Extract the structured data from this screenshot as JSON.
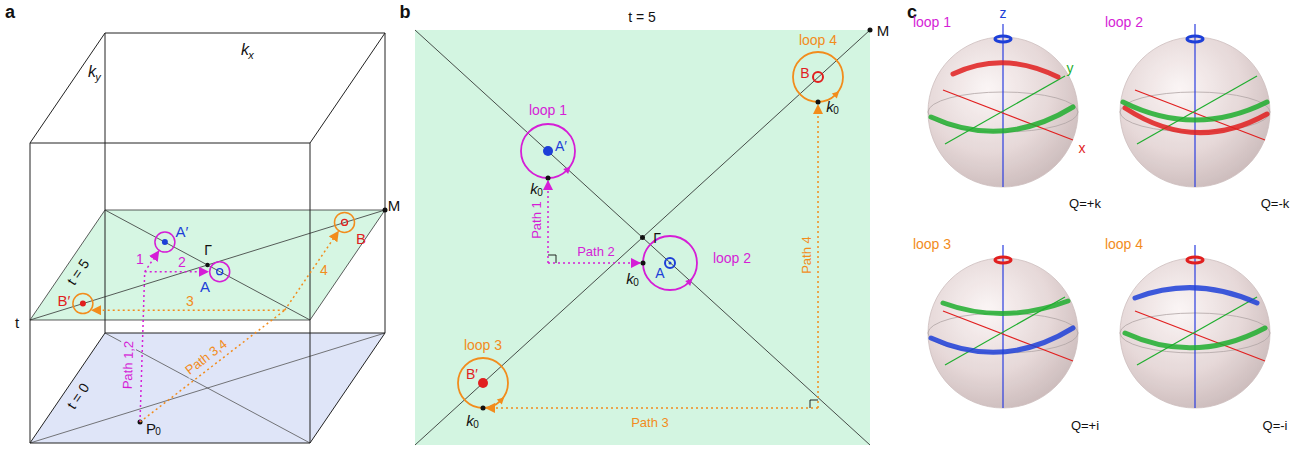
{
  "diagram": {
    "labels": [
      "a",
      "k",
      "y",
      "k",
      "x",
      "M",
      "t = 5",
      "B′",
      "A′",
      "Γ",
      "1",
      "A",
      "B",
      "2",
      "3",
      "4",
      "t",
      "t = 0",
      "Path 1,2",
      "Path 3,4",
      "P",
      "0",
      "b",
      "t = 5",
      "M",
      "loop 1",
      "A′",
      "k",
      "0",
      "loop 4",
      "B",
      "k",
      "0",
      "Path 1",
      "Γ",
      "Path 4",
      "loop 2",
      "A",
      "k",
      "0",
      "loop 3",
      "B′",
      "k",
      "0",
      "Path 2",
      "Path 3",
      "c",
      "loop 1",
      "z",
      "y",
      "x",
      "Q=+k",
      "loop 2",
      "Q=-k",
      "loop 3",
      "Q=+i",
      "loop 4",
      "Q=-i"
    ]
  }
}
